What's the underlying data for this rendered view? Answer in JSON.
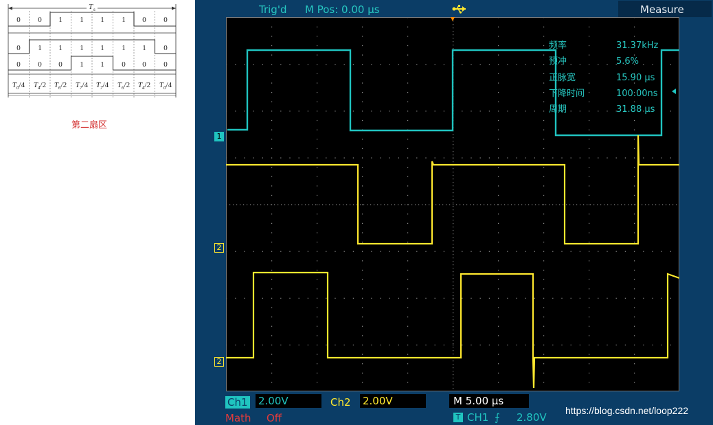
{
  "diagram": {
    "period_label": "T",
    "period_sub": "s",
    "rows": [
      [
        "0",
        "0",
        "1",
        "1",
        "1",
        "1",
        "0",
        "0"
      ],
      [
        "0",
        "1",
        "1",
        "1",
        "1",
        "1",
        "1",
        "0"
      ],
      [
        "0",
        "0",
        "0",
        "1",
        "1",
        "0",
        "0",
        "0"
      ]
    ],
    "intervals": [
      {
        "t": "T",
        "sub": "0",
        "den": "/4"
      },
      {
        "t": "T",
        "sub": "4",
        "den": "/2"
      },
      {
        "t": "T",
        "sub": "6",
        "den": "/2"
      },
      {
        "t": "T",
        "sub": "7",
        "den": "/4"
      },
      {
        "t": "T",
        "sub": "7",
        "den": "/4"
      },
      {
        "t": "T",
        "sub": "6",
        "den": "/2"
      },
      {
        "t": "T",
        "sub": "4",
        "den": "/2"
      },
      {
        "t": "T",
        "sub": "0",
        "den": "/4"
      }
    ],
    "caption": "第二扇区"
  },
  "scope": {
    "trig_status": "Trig'd",
    "m_pos": "M Pos: 0.00 µs",
    "usb_icon": "usb-icon",
    "menu": "Measure",
    "measurements": [
      {
        "label": "频率",
        "value": "31.37kHz"
      },
      {
        "label": "预冲",
        "value": "5.6%"
      },
      {
        "label": "正脉宽",
        "value": "15.90 µs"
      },
      {
        "label": "下降时间",
        "value": "100.00ns"
      },
      {
        "label": "周期",
        "value": "31.88 µs"
      }
    ],
    "markers": {
      "ch1": "1",
      "ch2a": "2",
      "ch2b": "2"
    },
    "status": {
      "ch1_label": "Ch1",
      "ch1_scale": "2.00V",
      "ch2_label": "Ch2",
      "ch2_scale": "2.00V",
      "timebase": "M 5.00 µs",
      "math_label": "Math",
      "math_value": "Off",
      "trig_marker": "T",
      "trig_source": "CH1",
      "trig_slope": "⨍",
      "trig_level": "2.80V"
    },
    "colors": {
      "ch1": "#20c4c0",
      "ch2": "#ffe82e",
      "bezel": "#0b3d66",
      "math": "#e33b3b"
    }
  },
  "watermark": "https://blog.csdn.net/loop222"
}
